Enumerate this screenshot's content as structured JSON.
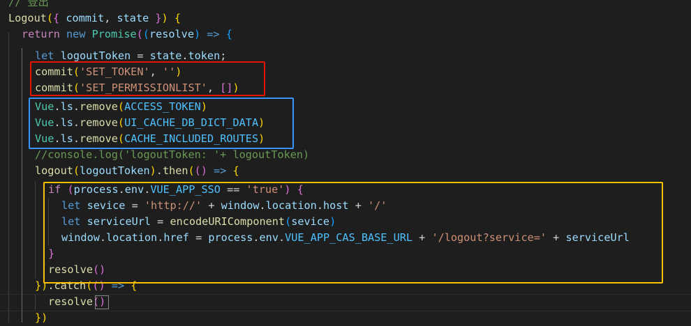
{
  "editor": {
    "language": "javascript",
    "lines": [
      [
        [
          "cmt",
          "// 登出"
        ]
      ],
      [
        [
          "fn",
          "Logout"
        ],
        [
          "b1",
          "("
        ],
        [
          "b2",
          "{"
        ],
        [
          "pl",
          " "
        ],
        [
          "var",
          "commit"
        ],
        [
          "pl",
          ", "
        ],
        [
          "var",
          "state"
        ],
        [
          "pl",
          " "
        ],
        [
          "b2",
          "}"
        ],
        [
          "b1",
          ")"
        ],
        [
          "pl",
          " "
        ],
        [
          "b1",
          "{"
        ]
      ],
      [
        [
          "kw",
          "return"
        ],
        [
          "pl",
          " "
        ],
        [
          "key",
          "new"
        ],
        [
          "pl",
          " "
        ],
        [
          "cls",
          "Promise"
        ],
        [
          "b2",
          "("
        ],
        [
          "b3",
          "("
        ],
        [
          "var",
          "resolve"
        ],
        [
          "b3",
          ")"
        ],
        [
          "pl",
          " "
        ],
        [
          "key",
          "=>"
        ],
        [
          "pl",
          " "
        ],
        [
          "b3",
          "{"
        ]
      ],
      [
        [
          "key",
          "let"
        ],
        [
          "pl",
          " "
        ],
        [
          "var",
          "logoutToken"
        ],
        [
          "pl",
          " = "
        ],
        [
          "var",
          "state"
        ],
        [
          "pl",
          "."
        ],
        [
          "var",
          "token"
        ],
        [
          "pl",
          ";"
        ]
      ],
      [
        [
          "fn",
          "commit"
        ],
        [
          "b1",
          "("
        ],
        [
          "str",
          "'SET_TOKEN'"
        ],
        [
          "pl",
          ", "
        ],
        [
          "str",
          "''"
        ],
        [
          "b1",
          ")"
        ]
      ],
      [
        [
          "fn",
          "commit"
        ],
        [
          "b1",
          "("
        ],
        [
          "str",
          "'SET_PERMISSIONLIST'"
        ],
        [
          "pl",
          ", "
        ],
        [
          "b2",
          "["
        ],
        [
          "b2",
          "]"
        ],
        [
          "b1",
          ")"
        ]
      ],
      [
        [
          "cls",
          "Vue"
        ],
        [
          "pl",
          "."
        ],
        [
          "var",
          "ls"
        ],
        [
          "pl",
          "."
        ],
        [
          "fn",
          "remove"
        ],
        [
          "b1",
          "("
        ],
        [
          "const",
          "ACCESS_TOKEN"
        ],
        [
          "b1",
          ")"
        ]
      ],
      [
        [
          "cls",
          "Vue"
        ],
        [
          "pl",
          "."
        ],
        [
          "var",
          "ls"
        ],
        [
          "pl",
          "."
        ],
        [
          "fn",
          "remove"
        ],
        [
          "b1",
          "("
        ],
        [
          "const",
          "UI_CACHE_DB_DICT_DATA"
        ],
        [
          "b1",
          ")"
        ]
      ],
      [
        [
          "cls",
          "Vue"
        ],
        [
          "pl",
          "."
        ],
        [
          "var",
          "ls"
        ],
        [
          "pl",
          "."
        ],
        [
          "fn",
          "remove"
        ],
        [
          "b1",
          "("
        ],
        [
          "const",
          "CACHE_INCLUDED_ROUTES"
        ],
        [
          "b1",
          ")"
        ]
      ],
      [
        [
          "cmt",
          "//console.log('logoutToken: '+ logoutToken)"
        ]
      ],
      [
        [
          "fn",
          "logout"
        ],
        [
          "b1",
          "("
        ],
        [
          "var",
          "logoutToken"
        ],
        [
          "b1",
          ")"
        ],
        [
          "pl",
          "."
        ],
        [
          "fn",
          "then"
        ],
        [
          "b1",
          "("
        ],
        [
          "b2",
          "("
        ],
        [
          "b2",
          ")"
        ],
        [
          "pl",
          " "
        ],
        [
          "key",
          "=>"
        ],
        [
          "pl",
          " "
        ],
        [
          "b1",
          "{"
        ]
      ],
      [
        [
          "kw",
          "if"
        ],
        [
          "pl",
          " "
        ],
        [
          "b2",
          "("
        ],
        [
          "var",
          "process"
        ],
        [
          "pl",
          "."
        ],
        [
          "var",
          "env"
        ],
        [
          "pl",
          "."
        ],
        [
          "const",
          "VUE_APP_SSO"
        ],
        [
          "pl",
          " == "
        ],
        [
          "str",
          "'true'"
        ],
        [
          "b2",
          ")"
        ],
        [
          "pl",
          " "
        ],
        [
          "b2",
          "{"
        ]
      ],
      [
        [
          "key",
          "let"
        ],
        [
          "pl",
          " "
        ],
        [
          "var",
          "sevice"
        ],
        [
          "pl",
          " = "
        ],
        [
          "str",
          "'http://'"
        ],
        [
          "pl",
          " + "
        ],
        [
          "var",
          "window"
        ],
        [
          "pl",
          "."
        ],
        [
          "var",
          "location"
        ],
        [
          "pl",
          "."
        ],
        [
          "var",
          "host"
        ],
        [
          "pl",
          " + "
        ],
        [
          "str",
          "'/'"
        ]
      ],
      [
        [
          "key",
          "let"
        ],
        [
          "pl",
          " "
        ],
        [
          "var",
          "serviceUrl"
        ],
        [
          "pl",
          " = "
        ],
        [
          "fn",
          "encodeURIComponent"
        ],
        [
          "b3",
          "("
        ],
        [
          "var",
          "sevice"
        ],
        [
          "b3",
          ")"
        ]
      ],
      [
        [
          "var",
          "window"
        ],
        [
          "pl",
          "."
        ],
        [
          "var",
          "location"
        ],
        [
          "pl",
          "."
        ],
        [
          "var",
          "href"
        ],
        [
          "pl",
          " = "
        ],
        [
          "var",
          "process"
        ],
        [
          "pl",
          "."
        ],
        [
          "var",
          "env"
        ],
        [
          "pl",
          "."
        ],
        [
          "const",
          "VUE_APP_CAS_BASE_URL"
        ],
        [
          "pl",
          " + "
        ],
        [
          "str",
          "'/logout?service='"
        ],
        [
          "pl",
          " + "
        ],
        [
          "var",
          "serviceUrl"
        ]
      ],
      [
        [
          "b2",
          "}"
        ]
      ],
      [
        [
          "fn",
          "resolve"
        ],
        [
          "b2",
          "("
        ],
        [
          "b2",
          ")"
        ]
      ],
      [
        [
          "b1",
          "}"
        ],
        [
          "b1",
          ")"
        ],
        [
          "pl",
          "."
        ],
        [
          "fn",
          "catch"
        ],
        [
          "b1",
          "("
        ],
        [
          "b2",
          "("
        ],
        [
          "b2",
          ")"
        ],
        [
          "pl",
          " "
        ],
        [
          "key",
          "=>"
        ],
        [
          "pl",
          " "
        ],
        [
          "b1",
          "{"
        ]
      ],
      [
        [
          "fn",
          "resolve"
        ],
        [
          "b2",
          "("
        ],
        [
          "b2",
          ")"
        ]
      ],
      [
        [
          "b1",
          "})"
        ]
      ]
    ]
  },
  "highlights": {
    "red": "#e51400",
    "blue": "#3794ff",
    "yellow": "#ffc000"
  }
}
